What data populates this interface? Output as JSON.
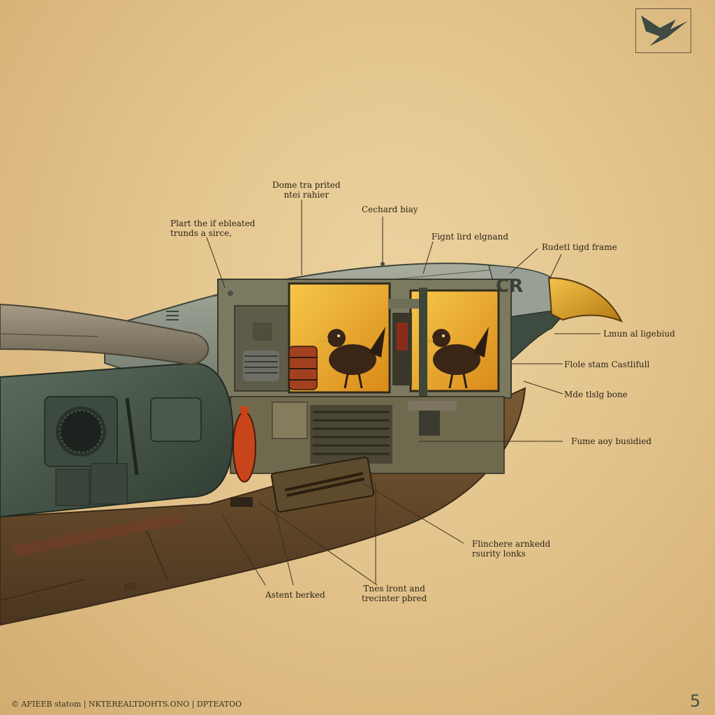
{
  "callouts": {
    "top_center": [
      "Dome tra prited",
      "ntei rahier"
    ],
    "top_left": [
      "Plart the if ebleated",
      "trunds a sirce,"
    ],
    "cockpit_bay": "Cechard biay",
    "fight_bird": "Fignt lird elgnand",
    "rudder": "Rudetl tigd frame",
    "beak_right": "Lmun al ligebiud",
    "hatch_right": "Flole stam Castlifull",
    "make_right": "Mde tlslg bone",
    "fume_right": "Fume aoy busidied",
    "flinchers": [
      "Flinchere arnkedd",
      "rsurity lonks"
    ],
    "astent": "Astent berked",
    "tnes": [
      "Tnes lront and",
      "trecinter pbred"
    ]
  },
  "hull_mark": "CR",
  "footer": "© AFIEEB statom | NKTEREALTDOHTS.ONO | DPTEATOO",
  "page_number": "5",
  "stamp_icon": "flying-bird-icon",
  "colors": {
    "paper": "#e6c88f",
    "hull_gray": "#8d9488",
    "hull_dark": "#4a5a4e",
    "belly": "#6b4e2c",
    "beak": "#e0a020",
    "window_glow": "#f0b430",
    "text": "#2c2418"
  }
}
